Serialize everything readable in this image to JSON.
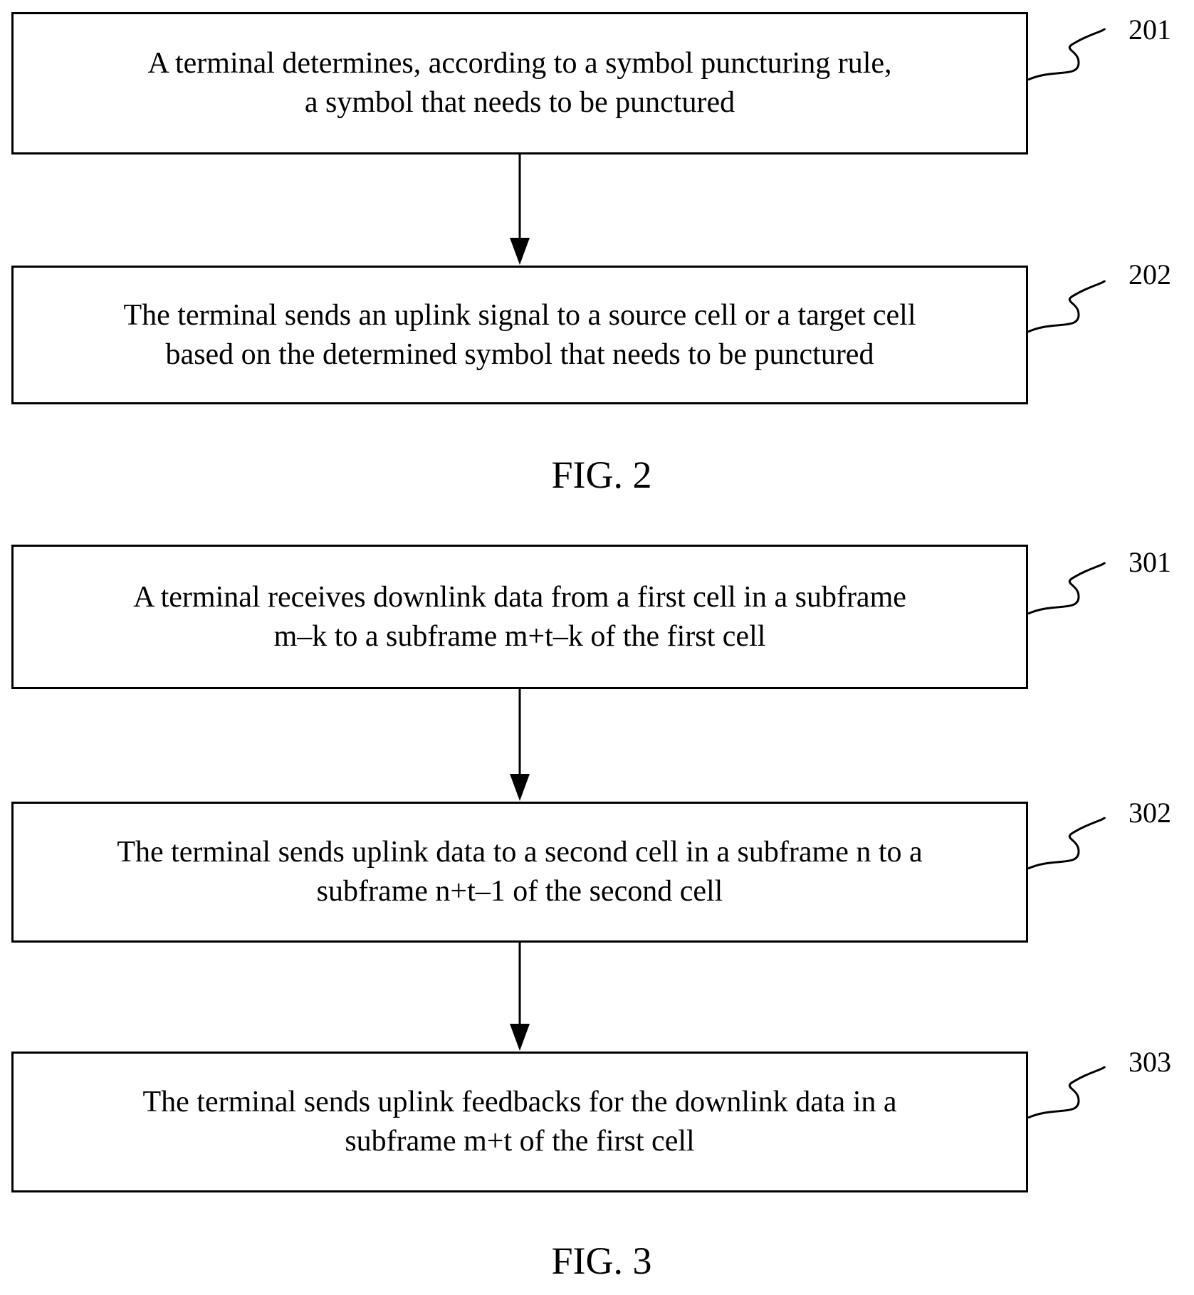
{
  "figures": [
    {
      "caption": "FIG. 2",
      "steps": [
        {
          "ref": "201",
          "line1": "A terminal determines, according to a symbol puncturing rule,",
          "line2": "a symbol that needs to be punctured"
        },
        {
          "ref": "202",
          "line1": "The terminal sends an uplink signal to a source cell or a target cell",
          "line2": "based on the determined symbol that needs to be punctured"
        }
      ]
    },
    {
      "caption": "FIG. 3",
      "steps": [
        {
          "ref": "301",
          "line1": "A terminal receives downlink data from a first cell in a subframe",
          "line2": "m–k to a subframe m+t–k of the first cell"
        },
        {
          "ref": "302",
          "line1": "The terminal sends uplink data to a second cell in a subframe n to a",
          "line2": "subframe n+t–1 of the second cell"
        },
        {
          "ref": "303",
          "line1": "The terminal sends uplink feedbacks for the downlink data in a",
          "line2": "subframe m+t of the first cell"
        }
      ]
    }
  ]
}
